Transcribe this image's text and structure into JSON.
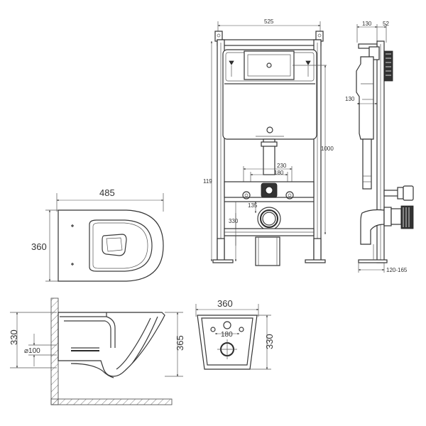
{
  "dimensions": {
    "frame_width": "525",
    "frame_height": "1000",
    "frame_total_height": "119",
    "side_depth_top": "130",
    "side_offset_top": "52",
    "side_depth_mid": "130",
    "side_depth_range": "120-165",
    "stud_spacing": "230",
    "stud_spacing_inner": "180",
    "drain_height": "135",
    "floor_height": "330",
    "bowl_length": "485",
    "bowl_width": "360",
    "section_height_left": "330",
    "pipe_diameter": "⌀100",
    "section_height_right": "365",
    "front_width": "360",
    "front_hole_spacing": "180",
    "front_height": "330"
  }
}
